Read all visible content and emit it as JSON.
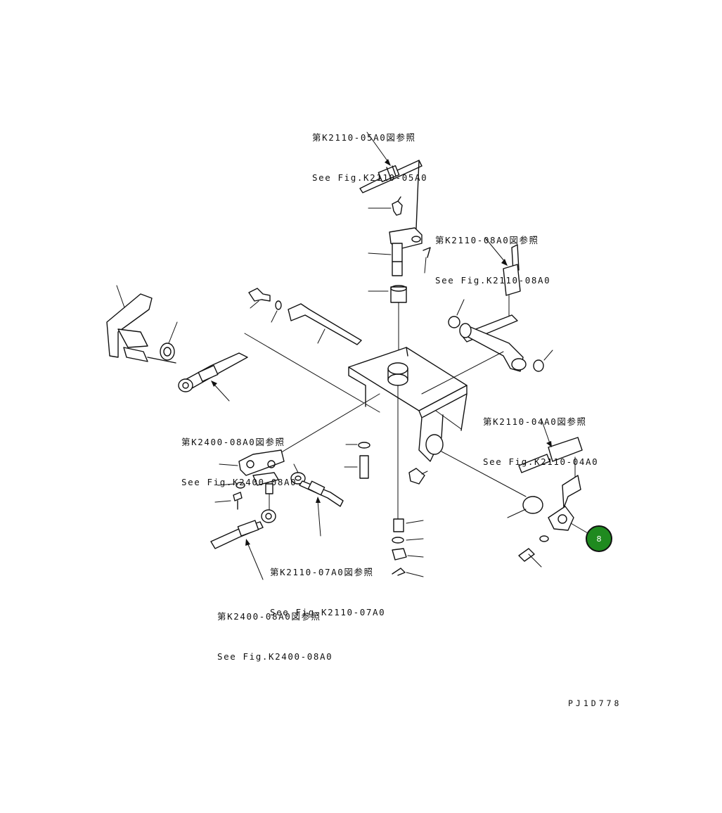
{
  "references": [
    {
      "id": "k2110-05a0",
      "jp": "第K2110-05A0図参照",
      "en": "See Fig.K2110-05A0"
    },
    {
      "id": "k2110-08a0",
      "jp": "第K2110-08A0図参照",
      "en": "See Fig.K2110-08A0"
    },
    {
      "id": "k2400-08a0-upper",
      "jp": "第K2400-08A0図参照",
      "en": "See Fig.K2400-08A0"
    },
    {
      "id": "k2110-04a0",
      "jp": "第K2110-04A0図参照",
      "en": "See Fig.K2110-04A0"
    },
    {
      "id": "k2110-07a0",
      "jp": "第K2110-07A0図参照",
      "en": "See Fig.K2110-07A0"
    },
    {
      "id": "k2400-08a0-lower",
      "jp": "第K2400-08A0図参照",
      "en": "See Fig.K2400-08A0"
    }
  ],
  "callout": {
    "number": "8",
    "color": "#1f8a1f"
  },
  "drawing_code": "PJ1D778"
}
